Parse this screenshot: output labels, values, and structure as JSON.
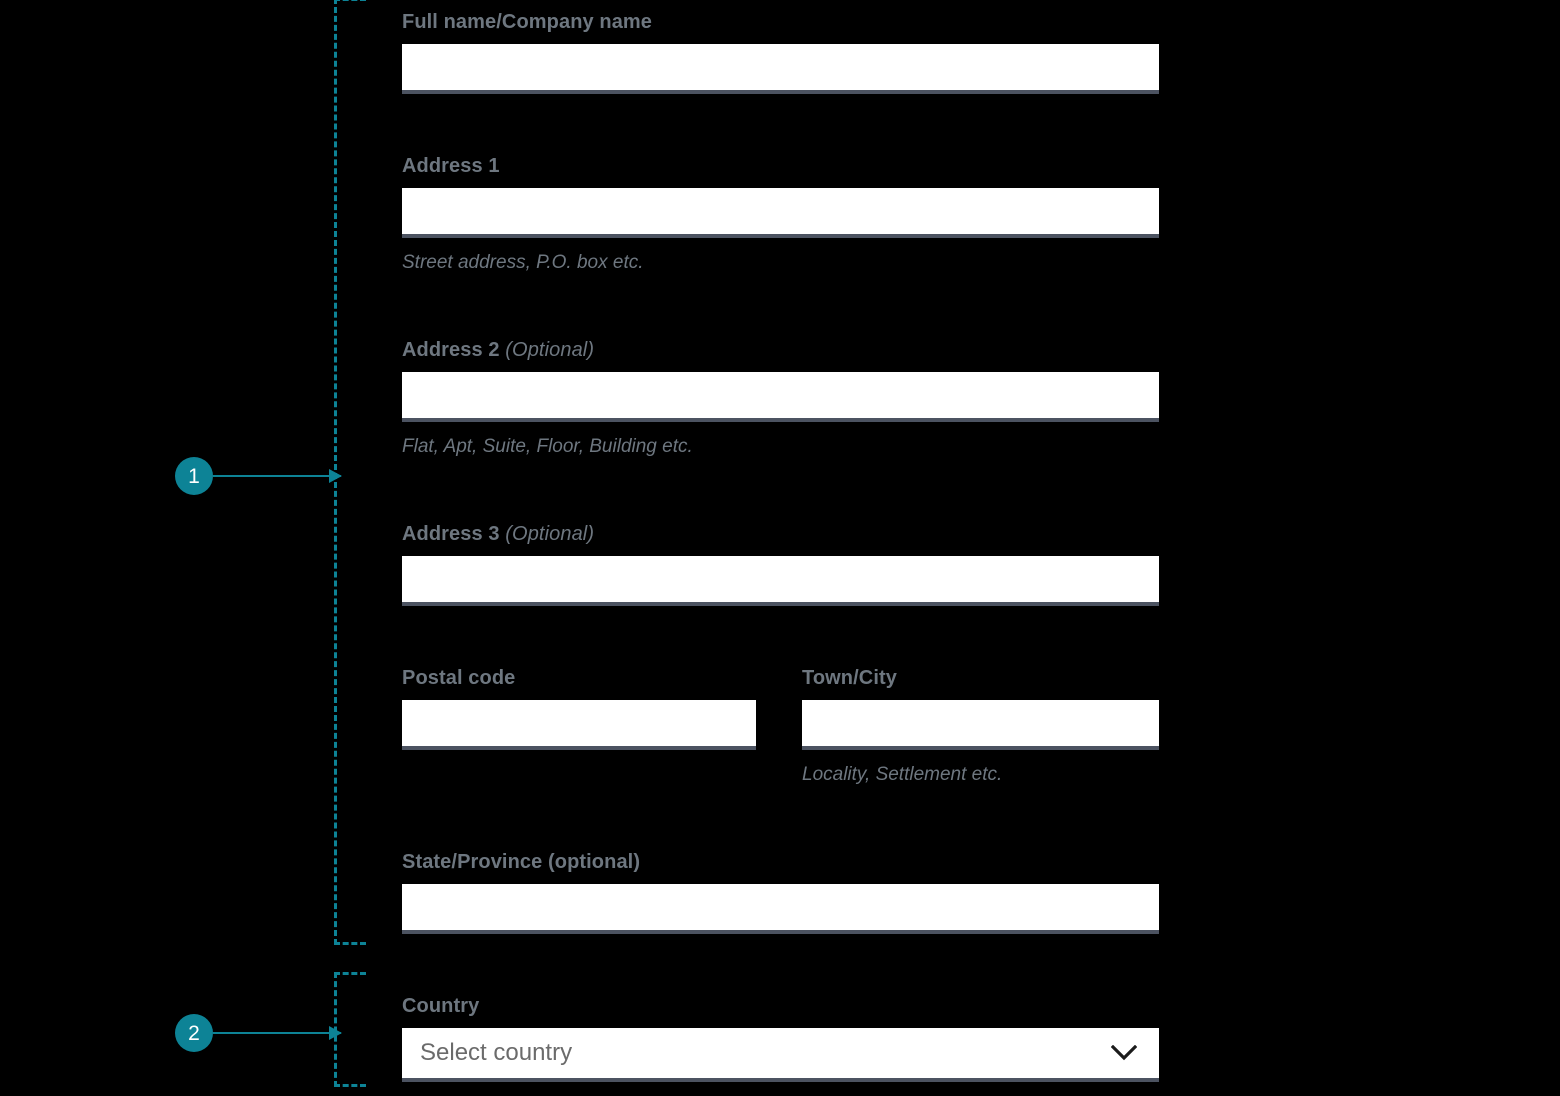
{
  "annotations": {
    "markers": [
      {
        "number": "1",
        "icon": "arrow-right-icon"
      },
      {
        "number": "2",
        "icon": "arrow-right-icon"
      }
    ],
    "accent_color": "#0d8396"
  },
  "form": {
    "fields": {
      "full_name": {
        "label": "Full name/Company name",
        "value": "",
        "placeholder": ""
      },
      "address_1": {
        "label": "Address 1",
        "value": "",
        "placeholder": "",
        "helper": "Street address, P.O. box etc."
      },
      "address_2": {
        "label": "Address 2",
        "label_optional": "(Optional)",
        "value": "",
        "placeholder": "",
        "helper": "Flat, Apt, Suite, Floor, Building etc."
      },
      "address_3": {
        "label": "Address 3",
        "label_optional": "(Optional)",
        "value": "",
        "placeholder": ""
      },
      "postal_code": {
        "label": "Postal code",
        "value": "",
        "placeholder": ""
      },
      "town_city": {
        "label": "Town/City",
        "value": "",
        "placeholder": "",
        "helper": "Locality, Settlement etc."
      },
      "state_province": {
        "label": "State/Province (optional)",
        "value": "",
        "placeholder": ""
      },
      "country": {
        "label": "Country",
        "selected": "Select country",
        "icon": "chevron-down-icon"
      }
    }
  },
  "colors": {
    "background": "#000000",
    "accent": "#0d8396",
    "label_text": "#6e7780",
    "input_background": "#ffffff",
    "input_underline": "#4c5361",
    "placeholder_text": "#6b6b6b"
  }
}
